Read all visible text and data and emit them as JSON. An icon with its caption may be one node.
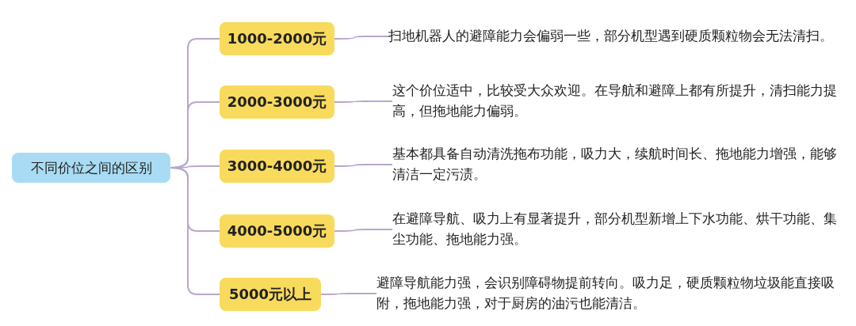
{
  "diagram": {
    "nodes": [
      {
        "text": [
          "不同价位之间的区别"
        ]
      },
      {
        "text": [
          "1000-2000元"
        ]
      },
      {
        "text": [
          "扫地机器人的避障能力会偏弱一些，部分机型遇到硬质颗粒物会无法清扫。"
        ]
      },
      {
        "text": [
          "2000-3000元"
        ]
      },
      {
        "text": [
          "这个价位适中，比较受大众欢迎。在导航和避障上都有所提升，清扫能力提高，但拖地能力偏弱。"
        ]
      },
      {
        "text": [
          "3000-4000元"
        ]
      },
      {
        "text": [
          "基本都具备自动清洗拖布功能，吸力大，续航时间长、拖地能力增强，能够清洁一定污渍。"
        ]
      },
      {
        "text": [
          "4000-5000元"
        ]
      },
      {
        "text": [
          "在避障导航、吸力上有显著提升，部分机型新增上下水功能、烘干功能、集尘功能、拖地能力强。"
        ]
      },
      {
        "text": [
          "5000元以上"
        ]
      },
      {
        "text": [
          "避障导航能力强，会识别障碍物提前转向。吸力足，硬质颗粒物垃圾能直接吸附，拖地能力强，对于厨房的油污也能清洁。"
        ]
      }
    ],
    "edges": [
      {
        "from": 0,
        "to": 1,
        "arrow": "none"
      },
      {
        "from": 0,
        "to": 3,
        "arrow": "none"
      },
      {
        "from": 0,
        "to": 5,
        "arrow": "none"
      },
      {
        "from": 0,
        "to": 7,
        "arrow": "none"
      },
      {
        "from": 0,
        "to": 9,
        "arrow": "none"
      },
      {
        "from": 1,
        "to": 2,
        "arrow": "none"
      },
      {
        "from": 3,
        "to": 4,
        "arrow": "none"
      },
      {
        "from": 5,
        "to": 6,
        "arrow": "none"
      },
      {
        "from": 7,
        "to": 8,
        "arrow": "none"
      },
      {
        "from": 9,
        "to": 10,
        "arrow": "none"
      }
    ]
  }
}
